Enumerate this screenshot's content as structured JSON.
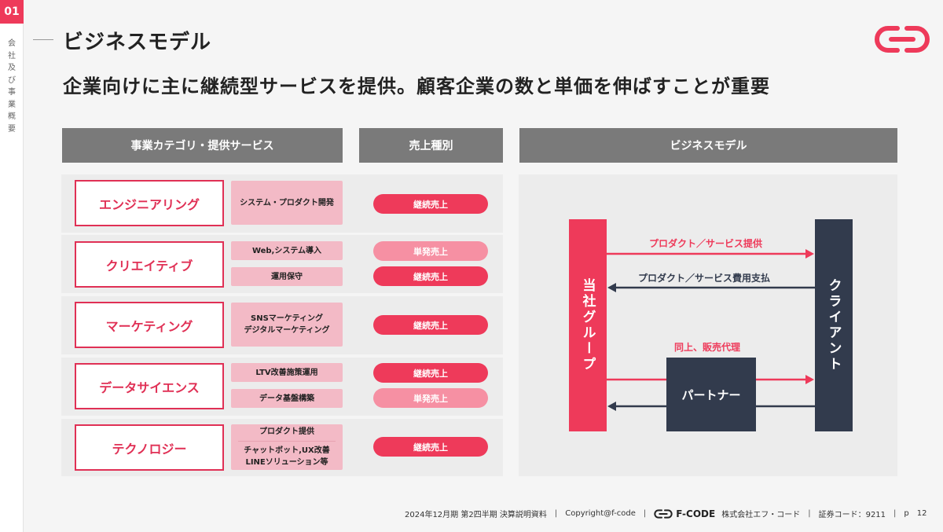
{
  "section": {
    "number": "01",
    "vertical_chars": [
      "会",
      "社",
      "及",
      "び",
      "事",
      "業",
      "概",
      "要"
    ]
  },
  "page_title": "ビジネスモデル",
  "headline": "企業向けに主に継続型サービスを提供。顧客企業の数と単価を伸ばすことが重要",
  "table": {
    "headers": {
      "category": "事業カテゴリ・提供サービス",
      "sales_type": "売上種別",
      "business_model": "ビジネスモデル"
    },
    "rows": [
      {
        "category": "エンジニアリング",
        "services": [
          {
            "name": "システム・プロダクト開発",
            "sales": "継続売上"
          }
        ]
      },
      {
        "category": "クリエイティブ",
        "services": [
          {
            "name": "Web,システム導入",
            "sales": "単発売上"
          },
          {
            "name": "運用保守",
            "sales": "継続売上"
          }
        ]
      },
      {
        "category": "マーケティング",
        "services": [
          {
            "name_lines": [
              "SNSマーケティング",
              "デジタルマーケティング"
            ],
            "sales": "継続売上"
          }
        ]
      },
      {
        "category": "データサイエンス",
        "services": [
          {
            "name": "LTV改善施策運用",
            "sales": "継続売上"
          },
          {
            "name": "データ基盤構築",
            "sales": "単発売上"
          }
        ]
      },
      {
        "category": "テクノロジー",
        "services": [
          {
            "name_a": "プロダクト提供",
            "name_b_lines": [
              "チャットボット,UX改善",
              "LINEソリューション等"
            ],
            "sales": "継続売上"
          }
        ]
      }
    ]
  },
  "diagram": {
    "left_entity": "当社グループ",
    "right_entity": "クライアント",
    "partner": "パートナー",
    "flow_1": "プロダクト／サービス提供",
    "flow_2": "プロダクト／サービス費用支払",
    "flow_3": "同上、販売代理"
  },
  "footer": {
    "period": "2024年12月期 第2四半期 決算説明資料",
    "copyright": "Copyright@f-code",
    "brand": "F-CODE",
    "company": "株式会社エフ・コード",
    "code": "証券コード：9211",
    "page_prefix": "p",
    "page_number": "12"
  },
  "colors": {
    "accent": "#ee3a5a",
    "accent_light": "#f690a3",
    "navy": "#323b4d",
    "header_gray": "#7a7a7a"
  }
}
